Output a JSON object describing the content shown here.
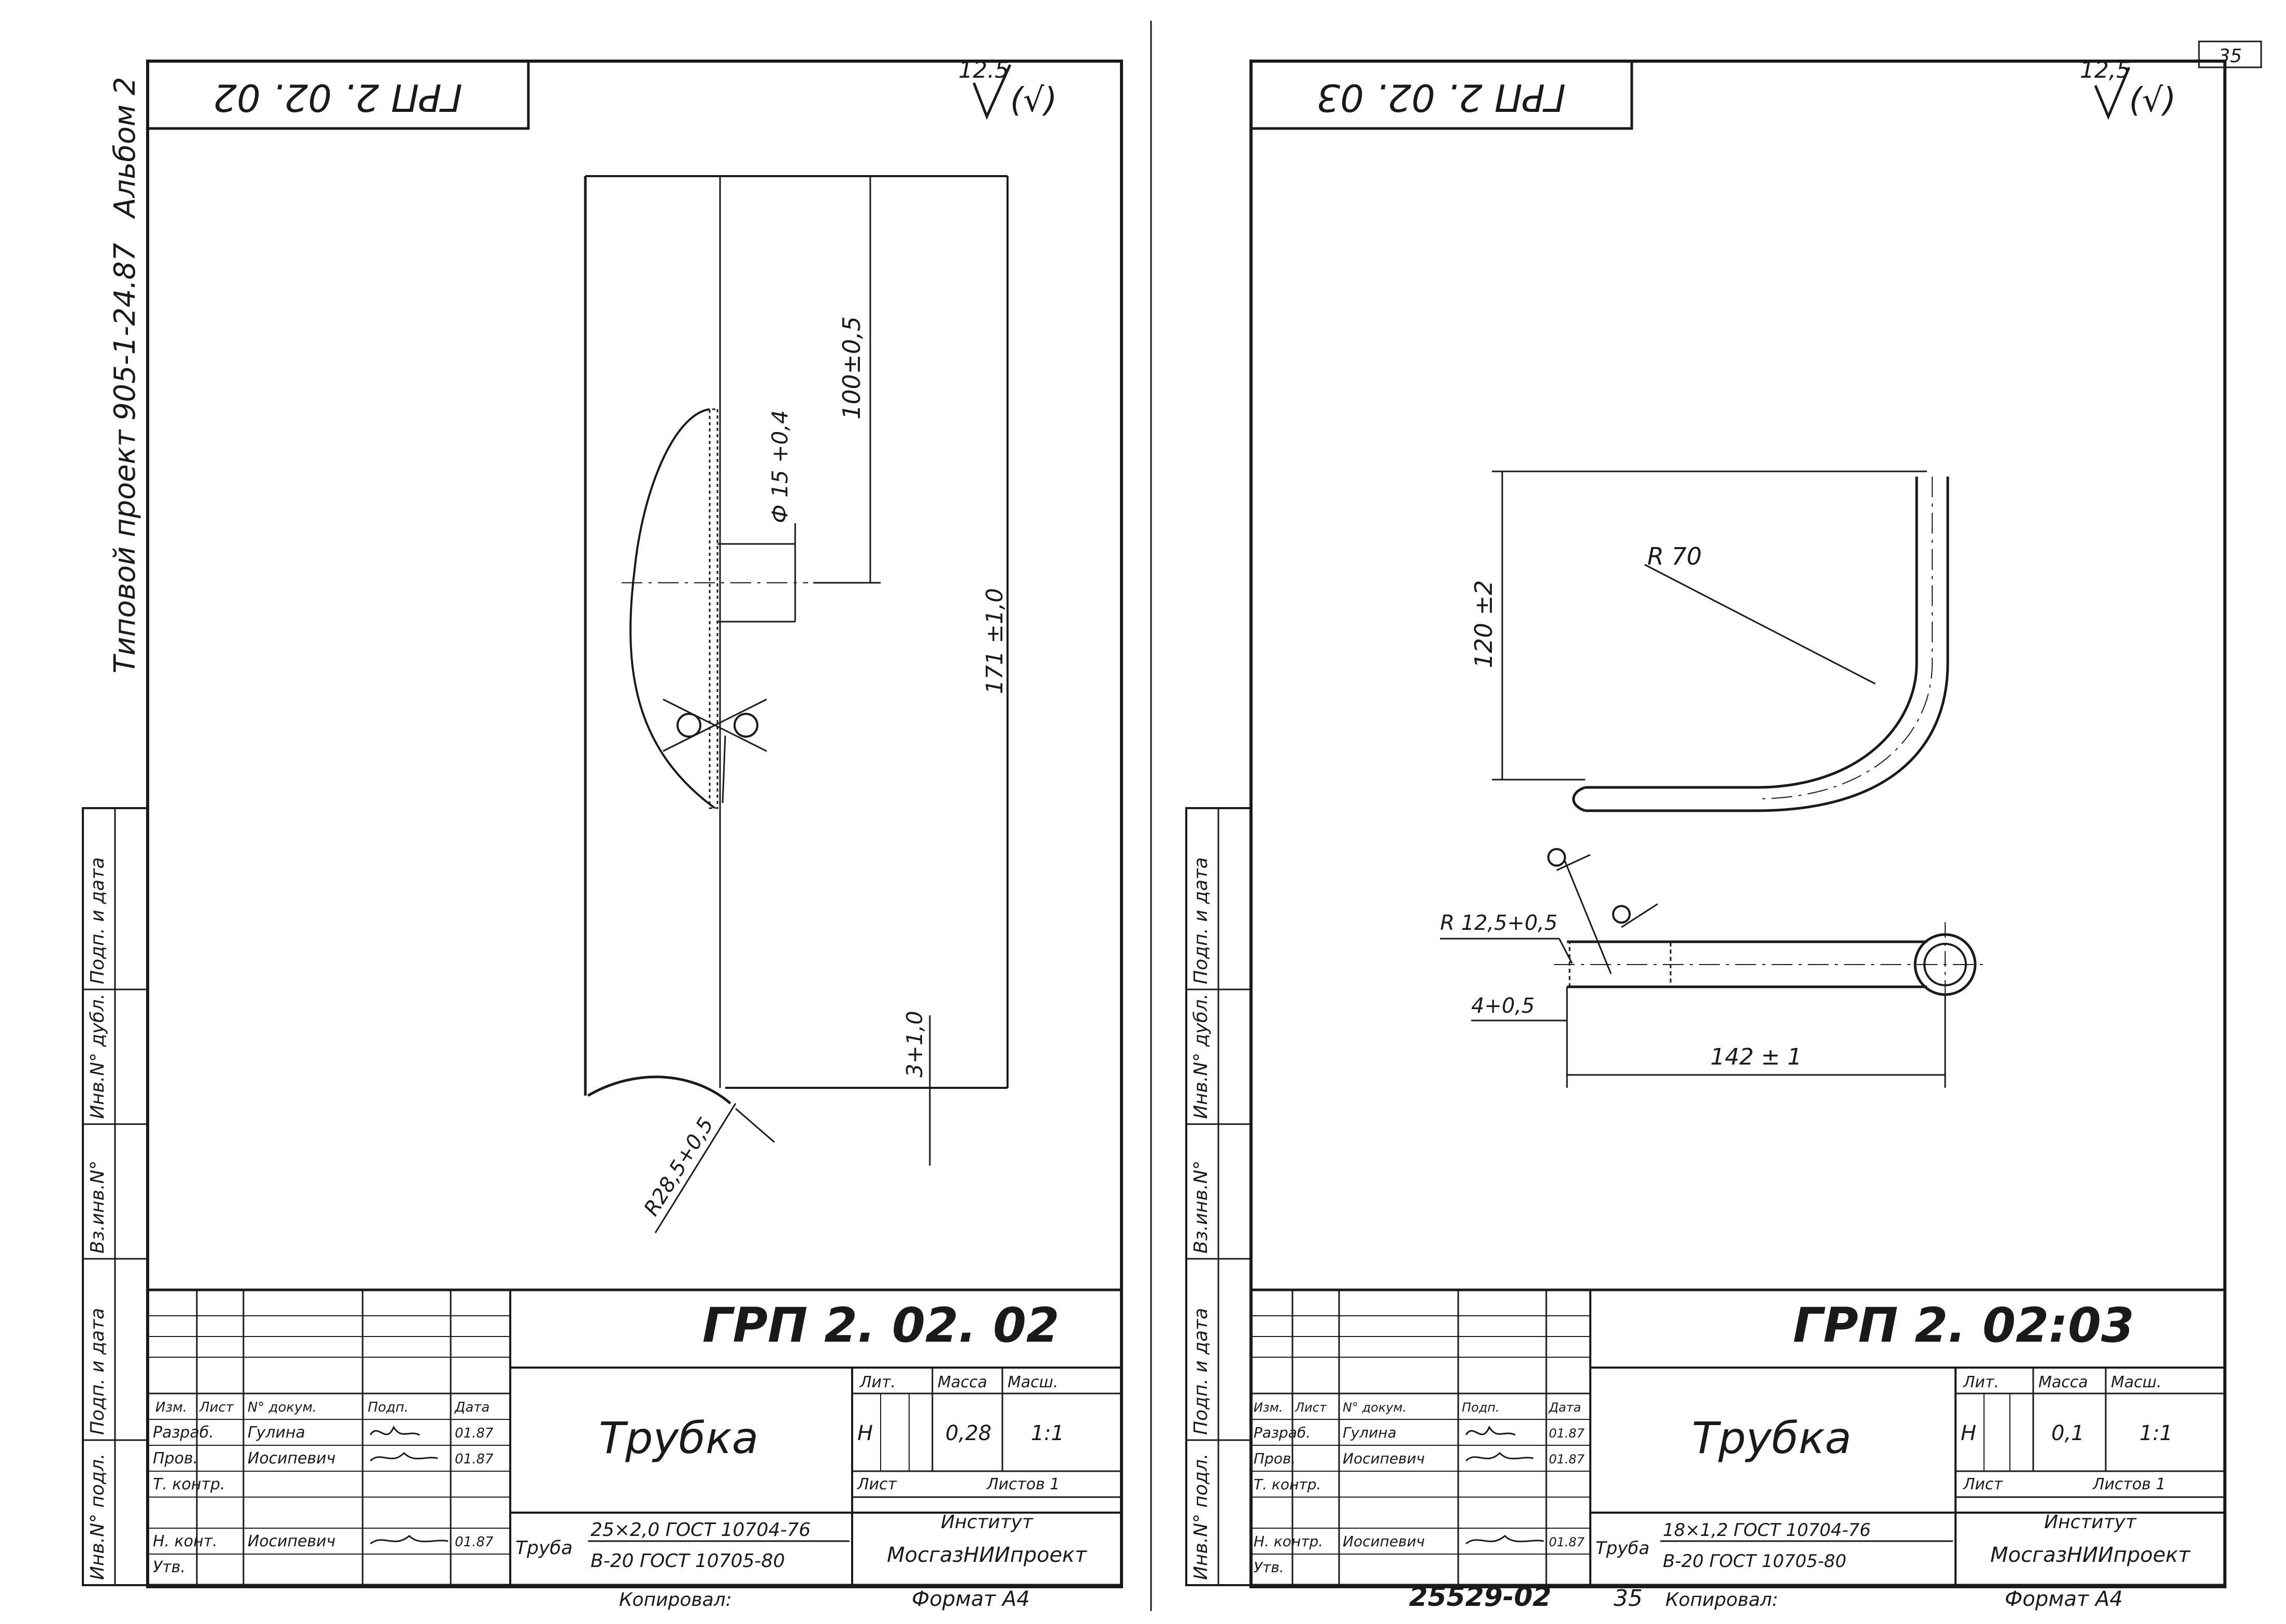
{
  "sheet_left": {
    "designation_rotated": "ГРП 2. 02. 02",
    "roughness_value": "12.5",
    "roughness_suffix": "(√)",
    "project_note": "Типовой проект 905-1-24.87",
    "album_note": "Альбом 2",
    "dims": {
      "overall_length": "171 ±1,0",
      "to_hole": "100±0,5",
      "hole_diameter": "Ф 15 +0,4",
      "end_offset": "3+1,0",
      "radius": "R28,5+0,5"
    },
    "title_block": {
      "designation": "ГРП 2. 02. 02",
      "name": "Трубка",
      "col_headers": [
        "Изм.",
        "Лист",
        "N° докум.",
        "Подп.",
        "Дата"
      ],
      "rows": [
        {
          "role": "Разраб.",
          "name": "Гулина",
          "date": "01.87"
        },
        {
          "role": "Пров.",
          "name": "Иосипевич",
          "date": "01.87"
        },
        {
          "role": "Т. контр.",
          "name": "",
          "date": ""
        },
        {
          "role": "Н. конт.",
          "name": "Иосипевич",
          "date": "01.87"
        },
        {
          "role": "Утв.",
          "name": "",
          "date": ""
        }
      ],
      "lit_label": "Лит.",
      "mass_label": "Масса",
      "scale_label": "Масш.",
      "lit_value": "Н",
      "mass_value": "0,28",
      "scale_value": "1:1",
      "sheet_label": "Лист",
      "sheets_label": "Листов 1",
      "material_prefix": "Труба",
      "material_top": "25×2,0 ГОСТ 10704-76",
      "material_bottom": "В-20 ГОСТ 10705-80",
      "org_line1": "Институт",
      "org_line2": "МосгазНИИпроект",
      "copied": "Копировал:",
      "format": "Формат А4"
    }
  },
  "sheet_right": {
    "designation_rotated": "ГРП 2. 02. 03",
    "roughness_value": "12,5",
    "roughness_suffix": "(√)",
    "sheet_number": "35",
    "dims": {
      "height": "120 ±2",
      "bend_radius": "R 70",
      "end_radius": "R 12,5+0,5",
      "end_offset": "4+0,5",
      "length": "142 ± 1"
    },
    "title_block": {
      "designation": "ГРП 2. 02:03",
      "name": "Трубка",
      "col_headers": [
        "Изм.",
        "Лист",
        "N° докум.",
        "Подп.",
        "Дата"
      ],
      "rows": [
        {
          "role": "Разраб.",
          "name": "Гулина",
          "date": "01.87"
        },
        {
          "role": "Пров.",
          "name": "Иосипевич",
          "date": "01.87"
        },
        {
          "role": "Т. контр.",
          "name": "",
          "date": ""
        },
        {
          "role": "Н. контр.",
          "name": "Иосипевич",
          "date": "01.87"
        },
        {
          "role": "Утв.",
          "name": "",
          "date": ""
        }
      ],
      "lit_label": "Лит.",
      "mass_label": "Масса",
      "scale_label": "Масш.",
      "lit_value": "Н",
      "mass_value": "0,1",
      "scale_value": "1:1",
      "sheet_label": "Лист",
      "sheets_label": "Листов 1",
      "material_prefix": "Труба",
      "material_top": "18×1,2 ГОСТ 10704-76",
      "material_bottom": "В-20 ГОСТ 10705-80",
      "org_line1": "Институт",
      "org_line2": "МосгазНИИпроект",
      "copied": "Копировал:",
      "format": "Формат А4",
      "doc_number": "25529-02",
      "doc_page": "35"
    }
  },
  "side_stamp_labels": [
    "Инв.N° подл.",
    "Подп. и дата",
    "Вз.инв.N°",
    "Инв.N° дубл.",
    "Подп. и дата"
  ]
}
